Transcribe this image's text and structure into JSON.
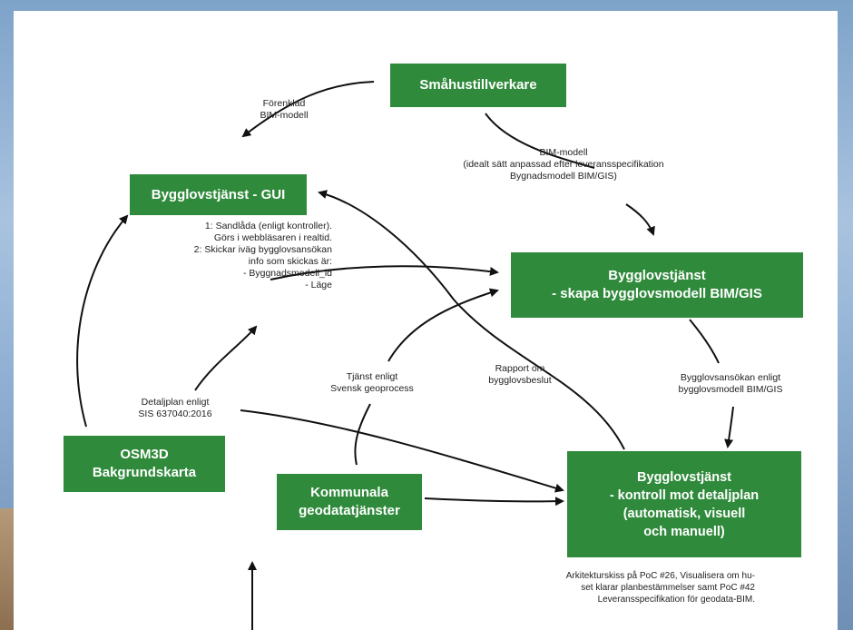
{
  "boxes": {
    "smahus": "Småhustillverkare",
    "gui": "Bygglovstjänst - GUI",
    "skapa": "Bygglovstjänst\n- skapa bygglovsmodell BIM/GIS",
    "osm3d": "OSM3D\nBakgrundskarta",
    "kommunala": "Kommunala\ngeodatatjänster",
    "kontroll": "Bygglovstjänst\n- kontroll mot detaljplan\n(automatisk, visuell\noch manuell)"
  },
  "labels": {
    "forenklad": "Förenklad\nBIM-modell",
    "bim_modell": "BIM-modell\n(idealt sätt anpassad efter leveransspecifikation\nBygnadsmodell BIM/GIS)",
    "sandlada": "1: Sandlåda (enligt kontroller).\nGörs i webbläsaren i realtid.\n2: Skickar iväg bygglovsansökan\ninfo som skickas är:\n- Byggnadsmodell_id\n- Läge",
    "tjanst": "Tjänst enligt\nSvensk geoprocess",
    "rapport": "Rapport om\nbygglovsbeslut",
    "ansokan": "Bygglovsansökan enligt\nbygglovsmodell BIM/GIS",
    "detaljplan": "Detaljplan enligt\nSIS 637040:2016",
    "caption": "Arkitekturskiss på PoC #26, Visualisera om hu-\nset klarar planbestämmelser samt PoC #42\nLeveransspecifikation för geodata-BIM."
  },
  "colors": {
    "box_green": "#2f8a3b",
    "arrow": "#111111",
    "background": "#ffffff"
  }
}
